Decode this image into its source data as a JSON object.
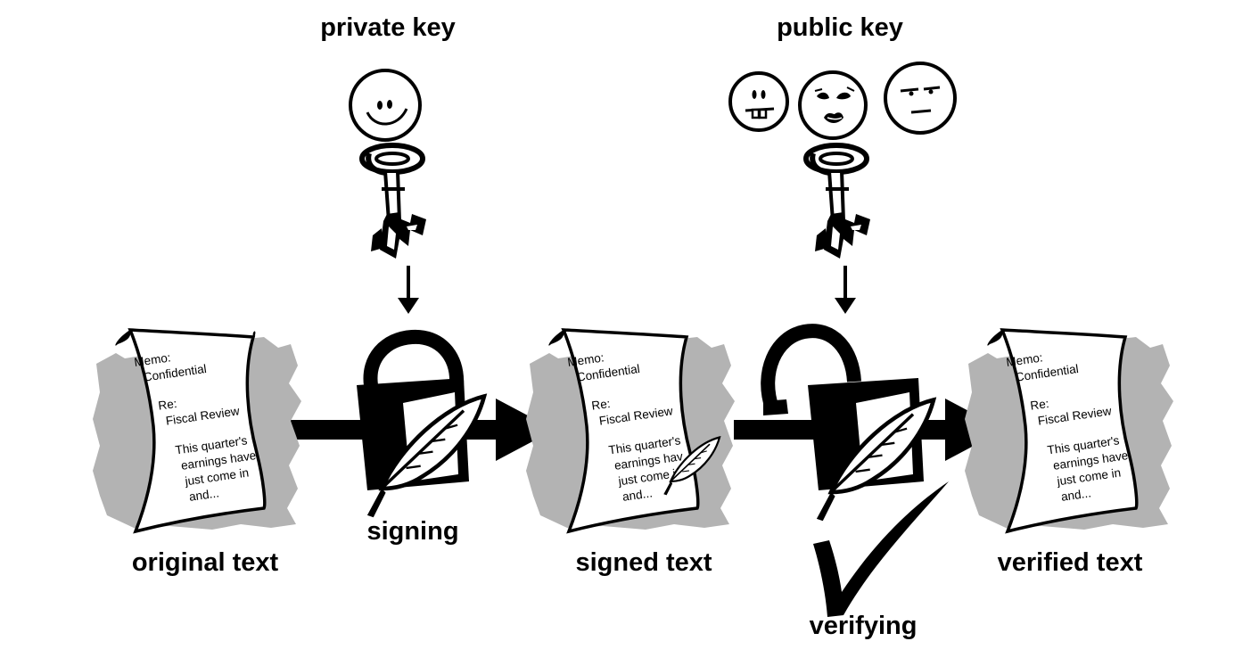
{
  "labels": {
    "private_key": "private key",
    "public_key": "public key",
    "signing": "signing",
    "verifying": "verifying",
    "original_text": "original text",
    "signed_text": "signed text",
    "verified_text": "verified text"
  },
  "documents": [
    {
      "id": "original",
      "lines": [
        "Memo:",
        "Confidential",
        "Re:",
        "Fiscal Review",
        "This quarter's",
        "earnings have",
        "just come in",
        "and..."
      ]
    },
    {
      "id": "signed",
      "lines": [
        "Memo:",
        "Confidential",
        "Re:",
        "Fiscal Review",
        "This quarter's",
        "earnings hav",
        "just come i",
        "and..."
      ]
    },
    {
      "id": "verified",
      "lines": [
        "Memo:",
        "Confidential",
        "Re:",
        "Fiscal Review",
        "This quarter's",
        "earnings have",
        "just come in",
        "and..."
      ]
    }
  ],
  "icons": {
    "private_key_face": "smiley-face-icon",
    "public_key_faces": [
      "buck-tooth-face-icon",
      "lipstick-face-icon",
      "neutral-face-icon"
    ],
    "key": "key-icon",
    "locked_padlock": "locked-padlock-icon",
    "unlocked_padlock": "unlocked-padlock-icon",
    "quill": "quill-icon",
    "checkmark": "checkmark-icon"
  },
  "colors": {
    "ink": "#000000",
    "shadow": "#b3b3b3",
    "paper": "#ffffff"
  }
}
